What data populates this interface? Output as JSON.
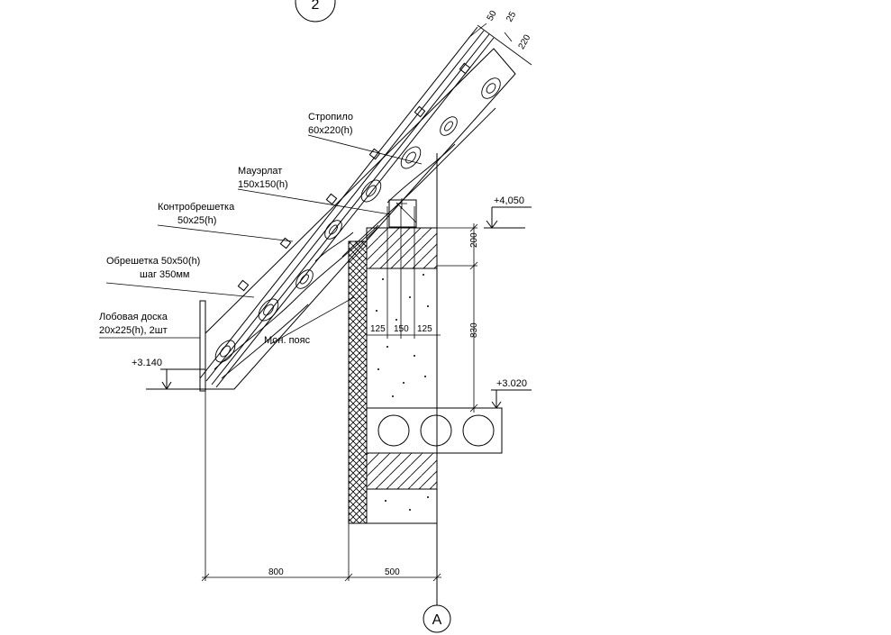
{
  "axis_markers": {
    "top": "2",
    "bottom": "A"
  },
  "labels": {
    "rafter": {
      "name": "Стропило",
      "size": "60х220(h)"
    },
    "mauerlat": {
      "name": "Мауэрлат",
      "size": "150х150(h)"
    },
    "counter_batten": {
      "name": "Контробрешетка",
      "size": "50х25(h)"
    },
    "batten": {
      "name": "Обрешетка 50х50(h)",
      "size": "шаг 350мм"
    },
    "fascia": {
      "name": "Лобовая доска",
      "size": "20х225(h), 2шт"
    },
    "ring_beam": {
      "name": "Мон. пояс"
    }
  },
  "levels": {
    "ridge_side": "+4,050",
    "eave": "+3.140",
    "floor": "+3.020"
  },
  "dimensions": {
    "d50": "50",
    "d25": "25",
    "d220": "220",
    "d200": "200",
    "d830": "830",
    "d125_left": "125",
    "d150": "150",
    "d125_right": "125",
    "d800": "800",
    "d500": "500"
  },
  "colors": {
    "line": "#000000",
    "background": "#ffffff"
  }
}
